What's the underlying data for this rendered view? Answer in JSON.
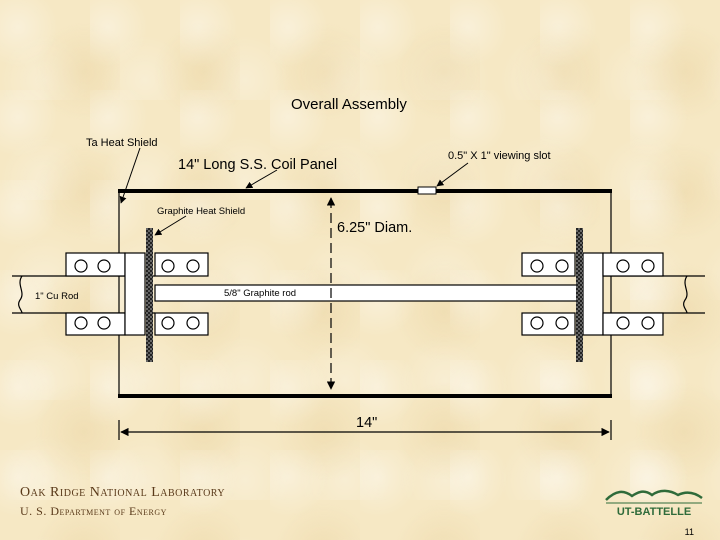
{
  "diagram": {
    "title": "Overall Assembly",
    "labels": {
      "ta_heat_shield": "Ta Heat Shield",
      "coil_panel": "14\" Long S.S. Coil Panel",
      "viewing_slot": "0.5\" X 1\" viewing slot",
      "graphite_heat_shield": "Graphite Heat Shield",
      "diameter": "6.25\" Diam.",
      "cu_rod": "1\" Cu Rod",
      "graphite_rod": "5/8\" Graphite rod",
      "length": "14\""
    }
  },
  "footer": {
    "lab": "Oak Ridge National Laboratory",
    "doe": "U. S. Department of Energy",
    "logo_text": "UT-BATTELLE",
    "page_number": "11"
  },
  "colors": {
    "background": "#f6e8c4",
    "line": "#000000",
    "footer_text": "#5a3a1a",
    "logo_green": "#2f6b3a"
  }
}
